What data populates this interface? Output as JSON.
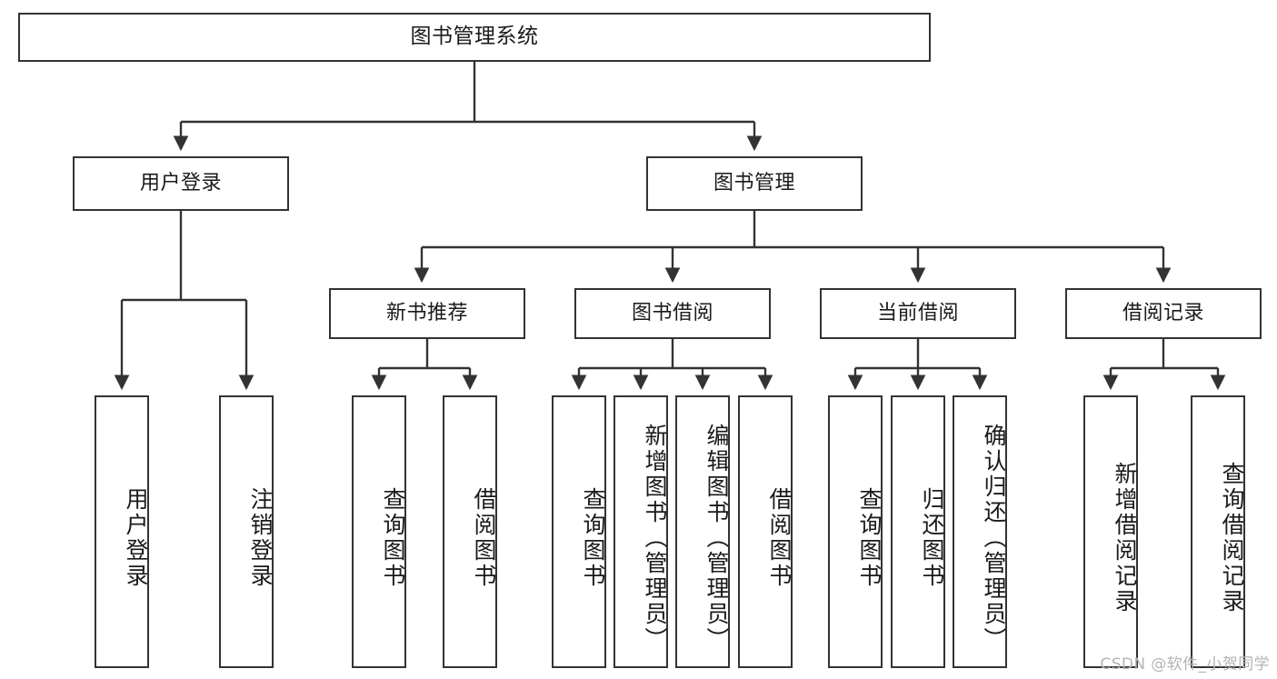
{
  "diagram": {
    "title": "图书管理系统",
    "type": "tree",
    "watermark": "CSDN @软件_小贺同学",
    "colors": {
      "background": "#ffffff",
      "box_border": "#333333",
      "box_fill": "#ffffff",
      "text": "#1a1a1a",
      "connector": "#333333",
      "watermark": "#b4b4b4"
    }
  },
  "nodes": {
    "root": {
      "label": "图书管理系统"
    },
    "level1": [
      {
        "id": "user-login",
        "label": "用户登录"
      },
      {
        "id": "book-management",
        "label": "图书管理"
      }
    ],
    "level2": [
      {
        "id": "new-book-recommend",
        "label": "新书推荐"
      },
      {
        "id": "book-borrow",
        "label": "图书借阅"
      },
      {
        "id": "current-borrow",
        "label": "当前借阅"
      },
      {
        "id": "borrow-record",
        "label": "借阅记录"
      }
    ],
    "leaves": {
      "user_login": [
        {
          "id": "leaf-user-login",
          "label": "用户登录"
        },
        {
          "id": "leaf-user-logout",
          "label": "注销登录"
        }
      ],
      "new_book_recommend": [
        {
          "id": "leaf-query-book-1",
          "label": "查询图书"
        },
        {
          "id": "leaf-borrow-book-1",
          "label": "借阅图书"
        }
      ],
      "book_borrow": [
        {
          "id": "leaf-query-book-2",
          "label": "查询图书"
        },
        {
          "id": "leaf-add-book",
          "label": "新增图书（管理员）"
        },
        {
          "id": "leaf-edit-book",
          "label": "编辑图书（管理员）"
        },
        {
          "id": "leaf-borrow-book-2",
          "label": "借阅图书"
        }
      ],
      "current_borrow": [
        {
          "id": "leaf-query-book-3",
          "label": "查询图书"
        },
        {
          "id": "leaf-return-book",
          "label": "归还图书"
        },
        {
          "id": "leaf-confirm-return",
          "label": "确认归还（管理员）"
        }
      ],
      "borrow_record": [
        {
          "id": "leaf-add-record",
          "label": "新增借阅记录"
        },
        {
          "id": "leaf-query-record",
          "label": "查询借阅记录"
        }
      ]
    }
  }
}
